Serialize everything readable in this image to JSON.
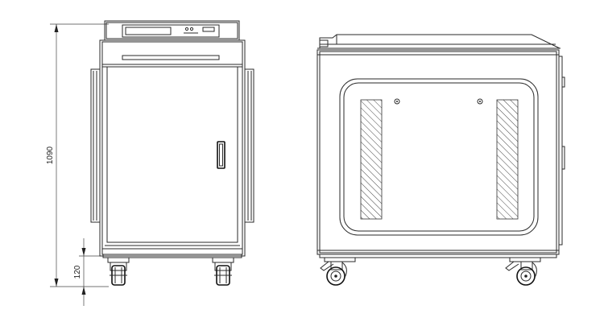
{
  "dimensions": {
    "overall_height": "1090",
    "caster_height": "120"
  },
  "views": [
    "front-view",
    "side-view"
  ]
}
